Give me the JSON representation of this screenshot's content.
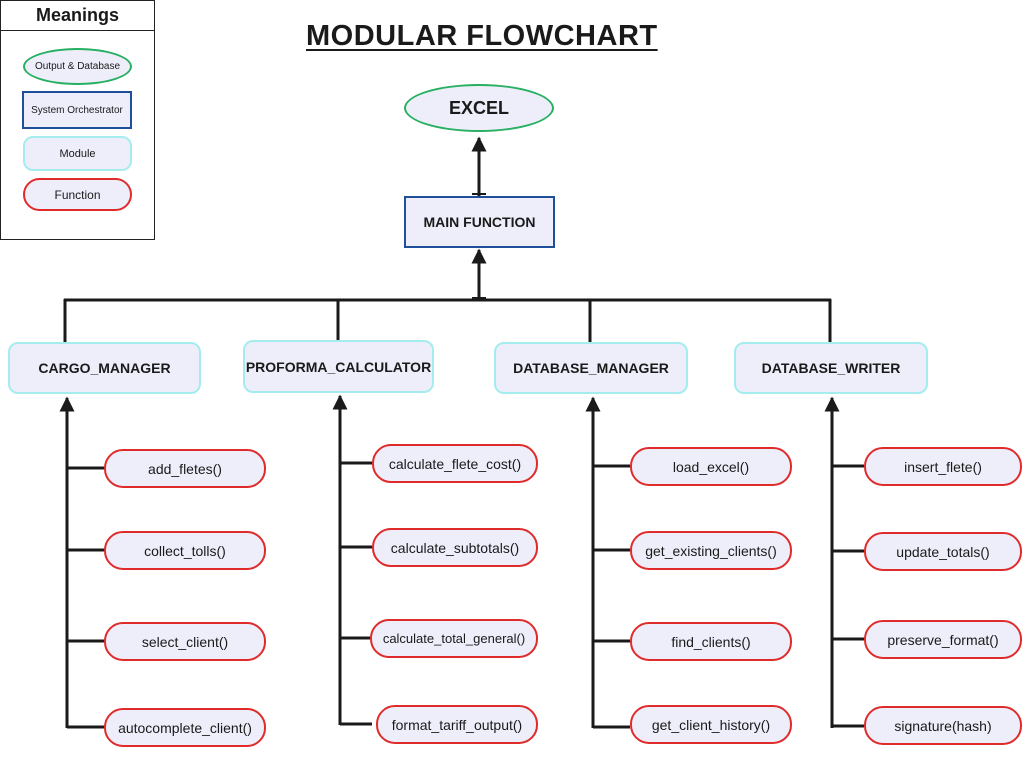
{
  "title": "MODULAR FLOWCHART",
  "legend": {
    "heading": "Meanings",
    "items": [
      {
        "shape": "oval",
        "label": "Output & Database"
      },
      {
        "shape": "rectangle",
        "label": "System Orchestrator"
      },
      {
        "shape": "rounded-rectangle",
        "label": "Module"
      },
      {
        "shape": "pill",
        "label": "Function"
      }
    ]
  },
  "output_node": {
    "label": "EXCEL"
  },
  "main_node": {
    "label": "MAIN FUNCTION"
  },
  "modules": [
    {
      "label": "CARGO_MANAGER",
      "functions": [
        "add_fletes()",
        "collect_tolls()",
        "select_client()",
        "autocomplete_client()"
      ]
    },
    {
      "label": "PROFORMA_CALCULATOR",
      "functions": [
        "calculate_flete_cost()",
        "calculate_subtotals()",
        "calculate_total_general()",
        "format_tariff_output()"
      ]
    },
    {
      "label": "DATABASE_MANAGER",
      "functions": [
        "load_excel()",
        "get_existing_clients()",
        "find_clients()",
        "get_client_history()"
      ]
    },
    {
      "label": "DATABASE_WRITER",
      "functions": [
        "insert_flete()",
        "update_totals()",
        "preserve_format()",
        "signature(hash)"
      ]
    }
  ],
  "colors": {
    "line": "#1a1a1a",
    "output_border": "#27b061",
    "orchestrator_border": "#1f4f9a",
    "module_border": "#a5ecef",
    "function_border": "#e02b2b",
    "fill": "#eeeefb"
  }
}
